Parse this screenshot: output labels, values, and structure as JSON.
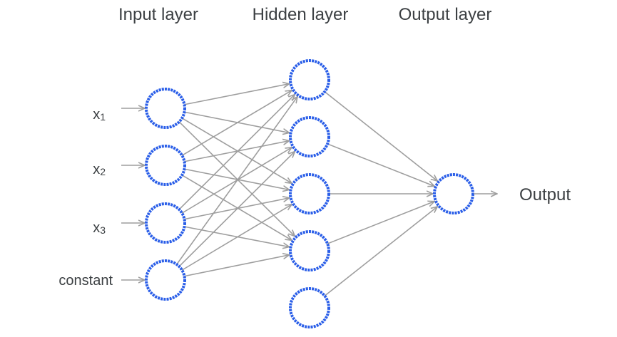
{
  "colors": {
    "neuron_stroke": "#2a5ee8",
    "edge": "#9e9e9e",
    "text": "#3c4043"
  },
  "layers": {
    "input_title": "Input layer",
    "hidden_title": "Hidden layer",
    "output_title": "Output layer"
  },
  "inputs": [
    {
      "label": "x",
      "sub": "1"
    },
    {
      "label": "x",
      "sub": "2"
    },
    {
      "label": "x",
      "sub": "3"
    },
    {
      "label": "constant",
      "sub": ""
    }
  ],
  "hidden_neuron_count": 5,
  "output_label": "Output"
}
